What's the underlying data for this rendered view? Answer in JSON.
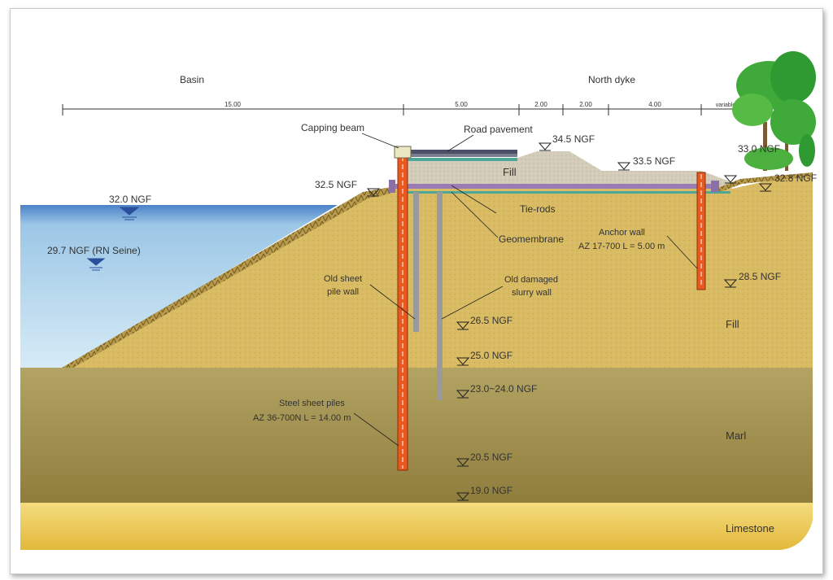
{
  "zones": {
    "basin": "Basin",
    "north_dyke": "North dyke"
  },
  "dimensions": {
    "d1": "15.00",
    "d2": "5.00",
    "d3": "2.00",
    "d4": "2.00",
    "d5": "4.00",
    "d6": "variable"
  },
  "labels": {
    "capping_beam": "Capping beam",
    "road_pavement": "Road pavement",
    "fill_top": "Fill",
    "tie_rods": "Tie-rods",
    "geomembrane": "Geomembrane",
    "anchor_wall_1": "Anchor wall",
    "anchor_wall_2": "AZ 17-700 L = 5.00 m",
    "old_sheet_1": "Old sheet",
    "old_sheet_2": "pile wall",
    "old_slurry_1": "Old damaged",
    "old_slurry_2": "slurry wall",
    "steel_piles_1": "Steel sheet piles",
    "steel_piles_2": "AZ 36-700N L = 14.00 m",
    "fill_right": "Fill",
    "marl": "Marl",
    "limestone": "Limestone"
  },
  "levels": {
    "l345": "34.5 NGF",
    "l335": "33.5 NGF",
    "l330": "33.0 NGF",
    "l328": "32.8 NGF",
    "l325": "32.5 NGF",
    "l320": "32.0 NGF",
    "l297": "29.7 NGF (RN Seine)",
    "l285": "28.5 NGF",
    "l265": "26.5 NGF",
    "l250": "25.0 NGF",
    "l230": "23.0~24.0 NGF",
    "l205": "20.5 NGF",
    "l190": "19.0 NGF"
  },
  "colors": {
    "water_top": "#5b8fd0",
    "water_bottom": "#cbe4f2",
    "fill": "#d8b960",
    "marl": "#a69352",
    "limestone": "#ecc94a",
    "sheet_pile": "#e8581f",
    "gray_wall": "#9a9a9a",
    "tie_rod": "#9b7bb3",
    "pavement": "#4b4f68",
    "geomembrane": "#4fa79a",
    "road_fill": "#cfc8b4",
    "tree": "#3faa3a"
  }
}
